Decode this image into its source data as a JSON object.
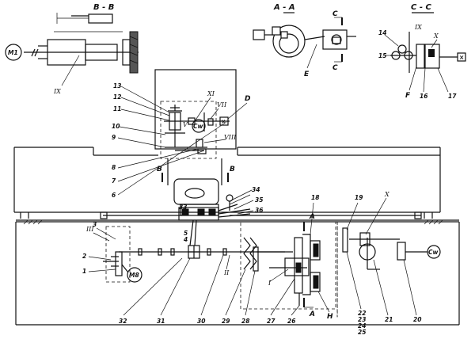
{
  "section_titles": {
    "bb": "B - B",
    "aa": "A - A",
    "cc": "C - C"
  },
  "motors": {
    "m1": "M1",
    "m8": "M8"
  },
  "small_labels": {
    "E": "E",
    "D": "D",
    "F": "F",
    "H": "H",
    "C_top": "C",
    "C_bottom": "C",
    "B_left": "B",
    "B_right": "B",
    "A_top": "A",
    "A_bottom": "A"
  },
  "roman": {
    "IX_bb": "IX",
    "IX_cc": "IX",
    "X_cc": "X",
    "X_lower": "X",
    "XI": "XI",
    "VII": "VII",
    "VIII": "VIII",
    "V": "V",
    "I": "I",
    "II": "II",
    "III": "III"
  },
  "numbers": {
    "n1": "1",
    "n2": "2",
    "n3": "3",
    "n4": "4",
    "n5": "5",
    "n6": "6",
    "n7": "7",
    "n8": "8",
    "n9": "9",
    "n10": "10",
    "n11": "11",
    "n12": "12",
    "n13": "13",
    "n14": "14",
    "n15": "15",
    "n16": "16",
    "n17": "17",
    "n18": "18",
    "n19": "19",
    "n20": "20",
    "n21": "21",
    "n22": "22",
    "n23": "23",
    "n24": "24",
    "n25": "25",
    "n26": "26",
    "n27": "27",
    "n28": "28",
    "n29": "29",
    "n30": "30",
    "n31": "31",
    "n32": "32",
    "n33": "33",
    "n34": "34",
    "n35": "35",
    "n36": "36"
  },
  "glyphs": {
    "x": "×",
    "cog": "Cw"
  }
}
